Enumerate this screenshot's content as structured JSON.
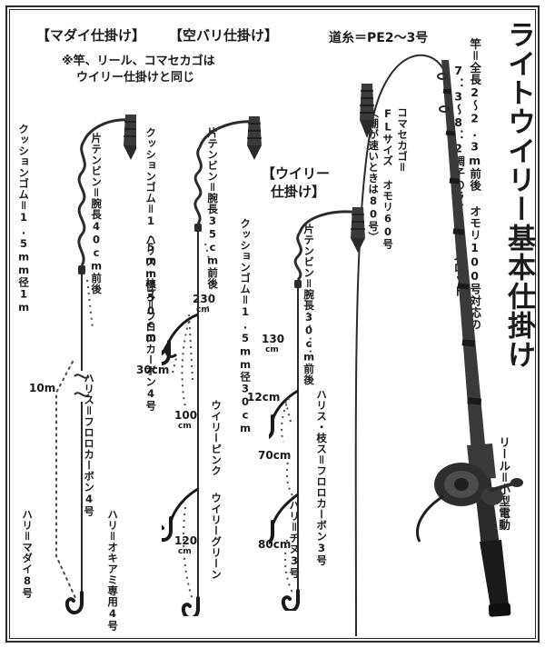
{
  "title": "ライトウイリー基本仕掛け",
  "headers": {
    "madai": "【マダイ仕掛け】",
    "karabari": "【空バリ仕掛け】",
    "willie": "【ウイリー\n仕掛け】",
    "willie_line1": "【ウイリー",
    "willie_line2": "仕掛け】"
  },
  "note": {
    "line1": "※竿、リール、コマセカゴは",
    "line2": "ウイリー仕掛けと同じ"
  },
  "tackle": {
    "mainline": "道糸＝PE2〜3号",
    "rod": "竿＝全長2〜2.3m前後 オモリ100号対応の\n7：3〜8：2調子のライトゲームロッド",
    "rod_line1": "竿＝全長2〜2.3m前後 オモリ100号対応の",
    "rod_line2": "7：3〜8：2調子のライトゲームロッド",
    "basket": "コマセカゴ＝\nFLサイズ オモリ60号\n（潮が速いときは80号）",
    "basket_line1": "コマセカゴ＝",
    "basket_line2": "FLサイズ オモリ60号",
    "basket_line3": "（潮が速いときは80号）",
    "reel": "リール＝小型電動"
  },
  "rigs": [
    {
      "id": "madai",
      "name": "マダイ仕掛け",
      "cushion": "クッションゴム＝1.5mm径1m",
      "tenbin": "片テンビン＝腕長40cm前後",
      "harisu": "ハリス＝フロロカーボン4号",
      "hook": "ハリ＝マダイ8号",
      "lengths": [
        {
          "value": "10m",
          "unit": ""
        }
      ]
    },
    {
      "id": "karabari",
      "name": "空バリ仕掛け",
      "cushion": "クッションゴム＝1.5mm径50cm",
      "tenbin": "片テンビン＝腕長35cm前後",
      "harisu": "ハリス・枝ス＝フロロカーボン4号",
      "hook": "ハリ＝オキアミ専用4号",
      "lengths": [
        {
          "value": "230",
          "unit": "cm"
        },
        {
          "value": "30",
          "unit": "cm"
        },
        {
          "value": "100",
          "unit": "cm"
        },
        {
          "value": "120",
          "unit": "cm"
        }
      ]
    },
    {
      "id": "willie",
      "name": "ウイリー仕掛け",
      "cushion": "クッションゴム＝1.5mm径30cm",
      "tenbin": "片テンビン＝腕長30cm前後",
      "harisu": "ハリス・枝ス＝フロロカーボン3号",
      "hook": "ハリ＝チヌ3号",
      "lengths": [
        {
          "value": "130",
          "unit": "cm"
        },
        {
          "value": "12",
          "unit": "cm"
        },
        {
          "value": "70",
          "unit": "cm"
        },
        {
          "value": "80",
          "unit": "cm"
        }
      ],
      "lures": [
        "ウイリーピンク",
        "ウイリーグリーン"
      ],
      "lure_pink": "ウイリーピンク",
      "lure_green": "ウイリーグリーン"
    }
  ],
  "dims": {
    "d_10m": "10m",
    "d_230": "230",
    "d_230u": "cm",
    "d_30": "30cm",
    "d_100": "100",
    "d_100u": "cm",
    "d_120": "120",
    "d_120u": "cm",
    "d_130": "130",
    "d_130u": "cm",
    "d_12": "12cm",
    "d_70": "70cm",
    "d_80": "80cm"
  },
  "colors": {
    "ink": "#1a1a1a",
    "line": "#2b2b2b",
    "dotted": "#4a4a4a"
  }
}
